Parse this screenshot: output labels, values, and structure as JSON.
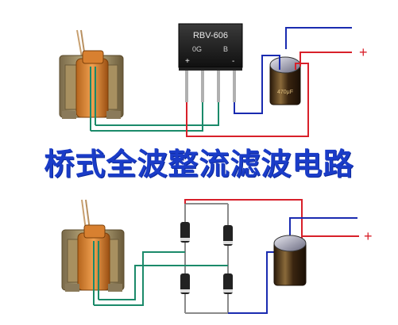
{
  "title": "桥式全波整流滤波电路",
  "bridge": {
    "model": "RBV-606",
    "code": "0G",
    "code2": "B",
    "pin_plus": "+",
    "pin_minus": "-"
  },
  "capacitor_top_text": "470μF",
  "output_top": {
    "plus": "+"
  },
  "output_bottom": {
    "plus": "+"
  },
  "colors": {
    "wire_blue": "#1a2bb0",
    "wire_red": "#d8202a",
    "wire_green": "#1b8a6a",
    "title": "#1a3cc8"
  }
}
